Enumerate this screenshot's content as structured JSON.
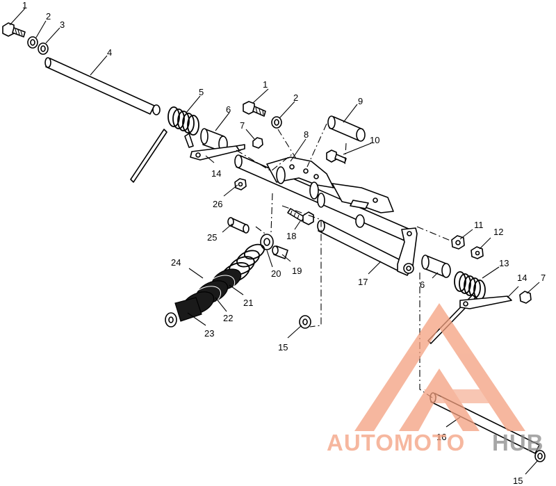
{
  "diagram": {
    "callouts": [
      {
        "id": "c1a",
        "label": "1"
      },
      {
        "id": "c2a",
        "label": "2"
      },
      {
        "id": "c3",
        "label": "3"
      },
      {
        "id": "c4",
        "label": "4"
      },
      {
        "id": "c5",
        "label": "5"
      },
      {
        "id": "c1b",
        "label": "1"
      },
      {
        "id": "c2b",
        "label": "2"
      },
      {
        "id": "c9",
        "label": "9"
      },
      {
        "id": "c6a",
        "label": "6"
      },
      {
        "id": "c7a",
        "label": "7"
      },
      {
        "id": "c8",
        "label": "8"
      },
      {
        "id": "c10",
        "label": "10"
      },
      {
        "id": "c14a",
        "label": "14"
      },
      {
        "id": "c26",
        "label": "26"
      },
      {
        "id": "c25",
        "label": "25"
      },
      {
        "id": "c18",
        "label": "18"
      },
      {
        "id": "c11",
        "label": "11"
      },
      {
        "id": "c12",
        "label": "12"
      },
      {
        "id": "c24",
        "label": "24"
      },
      {
        "id": "c20",
        "label": "20"
      },
      {
        "id": "c19",
        "label": "19"
      },
      {
        "id": "c17",
        "label": "17"
      },
      {
        "id": "c13",
        "label": "13"
      },
      {
        "id": "c7b",
        "label": "7"
      },
      {
        "id": "c6b",
        "label": "6"
      },
      {
        "id": "c14b",
        "label": "14"
      },
      {
        "id": "c21",
        "label": "21"
      },
      {
        "id": "c22",
        "label": "22"
      },
      {
        "id": "c23",
        "label": "23"
      },
      {
        "id": "c15a",
        "label": "15"
      },
      {
        "id": "c16",
        "label": "16"
      },
      {
        "id": "c15b",
        "label": "15"
      }
    ],
    "watermark": {
      "text_part1": "AUTOMOTO",
      "text_part2": "HUB",
      "color_primary": "#f4a07f",
      "color_secondary": "#8a8a8a"
    }
  }
}
